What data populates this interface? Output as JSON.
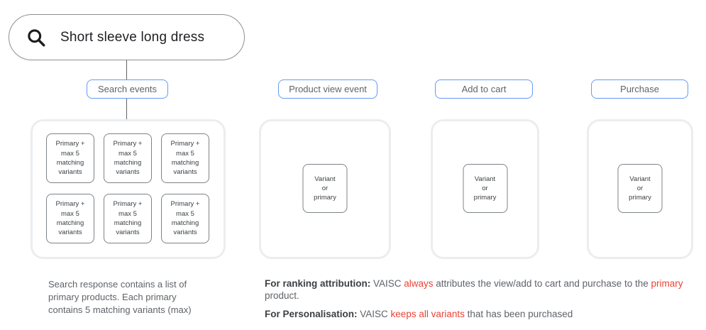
{
  "search_bar": {
    "query": "Short sleeve long dress",
    "icon": "magnifying-glass"
  },
  "events": [
    {
      "label": "Search events"
    },
    {
      "label": "Product view event"
    },
    {
      "label": "Add to cart"
    },
    {
      "label": "Purchase"
    }
  ],
  "panels": {
    "search": {
      "boxes": [
        "Primary +\nmax 5\nmatching\nvariants",
        "Primary +\nmax 5\nmatching\nvariants",
        "Primary +\nmax 5\nmatching\nvariants",
        "Primary +\nmax 5\nmatching\nvariants",
        "Primary +\nmax 5\nmatching\nvariants",
        "Primary +\nmax 5\nmatching\nvariants"
      ]
    },
    "product_view": {
      "box": "Variant\nor\nprimary"
    },
    "add_to_cart": {
      "box": "Variant\nor\nprimary"
    },
    "purchase": {
      "box": "Variant\nor\nprimary"
    }
  },
  "notes": {
    "search_note": "Search response contains a list of\nprimary products. Each primary\ncontains 5 matching variants (max)",
    "ranking": {
      "label": "For ranking attribution:",
      "t1": " VAISC ",
      "red1": "always",
      "t2": " attributes the view/add to cart and purchase to the ",
      "red2": "primary",
      "t3": " product."
    },
    "personalisation": {
      "label": "For Personalisation:",
      "t1": " VAISC ",
      "red1": "keeps all variants",
      "t2": " that has been purchased"
    }
  },
  "colors": {
    "accent_blue": "#639af5",
    "alert_red": "#ea4335",
    "panel_border": "#ebedef",
    "text_gray": "#5f6368",
    "text_dark": "#202124"
  }
}
